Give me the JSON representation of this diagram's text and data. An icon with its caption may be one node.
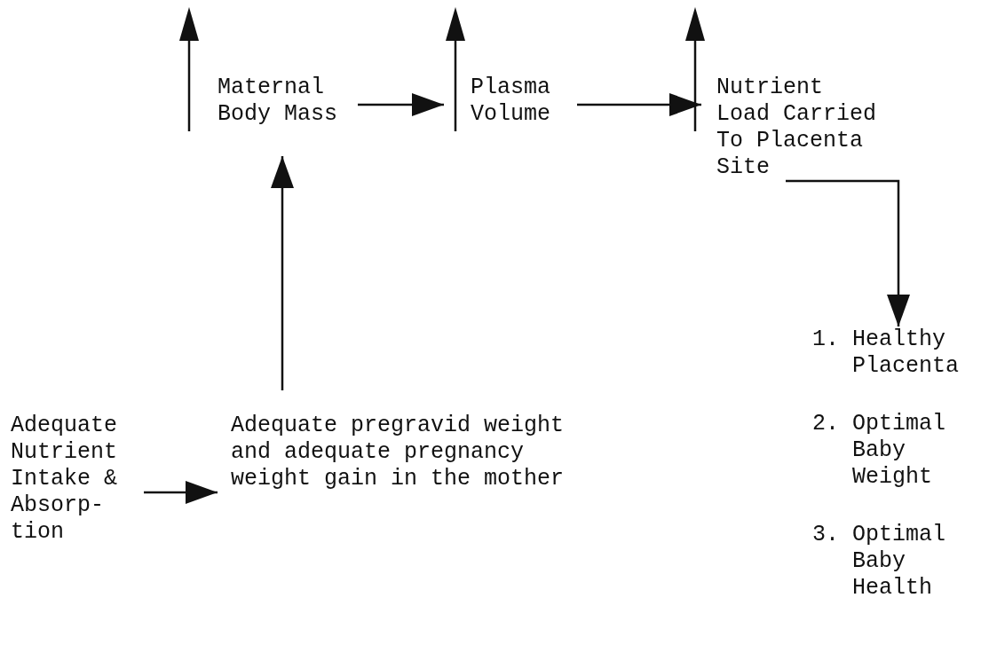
{
  "diagram": {
    "nodes": [
      {
        "text": [
          "Maternal Body Mass"
        ]
      },
      {
        "text": [
          "Plasma Volume"
        ]
      },
      {
        "text": [
          "Nutrient Load Carried To Placenta Site"
        ]
      },
      {
        "text": [
          "Adequate Nutrient Intake & Absorp- tion"
        ]
      },
      {
        "text": [
          "Adequate pregravid weight and adequate pregnancy weight gain in the mother"
        ]
      },
      {
        "text": [
          "1. Healthy Placenta",
          "2. Optimal Baby Weight",
          "3. Optimal Baby Health"
        ]
      }
    ],
    "edges": [
      {
        "from": 3,
        "to": 4,
        "arrow": "to"
      },
      {
        "from": 4,
        "to": 0,
        "arrow": "to"
      },
      {
        "from": 0,
        "to": 1,
        "arrow": "to"
      },
      {
        "from": 1,
        "to": 2,
        "arrow": "to"
      },
      {
        "from": 2,
        "to": 5,
        "arrow": "to"
      }
    ]
  }
}
